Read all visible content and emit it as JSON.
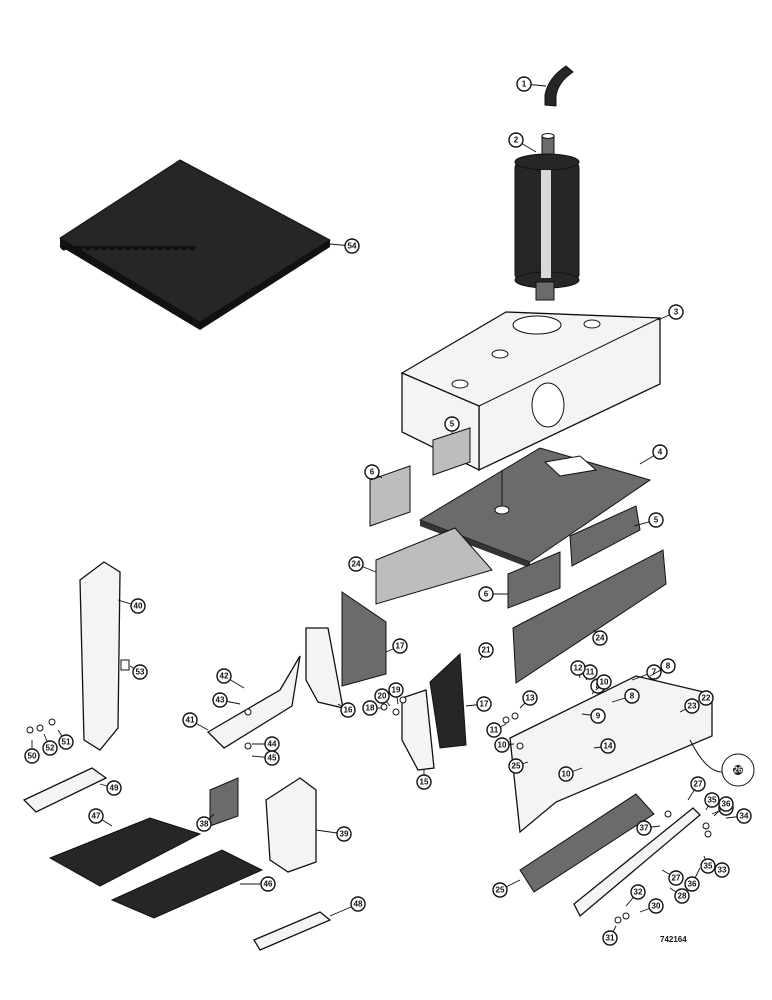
{
  "drawing_number": "742164",
  "callouts": [
    {
      "num": "1",
      "name": "callout-1"
    },
    {
      "num": "2",
      "name": "callout-2"
    },
    {
      "num": "3",
      "name": "callout-3"
    },
    {
      "num": "4",
      "name": "callout-4"
    },
    {
      "num": "5",
      "name": "callout-5-a"
    },
    {
      "num": "5",
      "name": "callout-5-b"
    },
    {
      "num": "6",
      "name": "callout-6-a"
    },
    {
      "num": "6",
      "name": "callout-6-b"
    },
    {
      "num": "7",
      "name": "callout-7"
    },
    {
      "num": "8",
      "name": "callout-8-a"
    },
    {
      "num": "8",
      "name": "callout-8-b"
    },
    {
      "num": "8",
      "name": "callout-8-c"
    },
    {
      "num": "9",
      "name": "callout-9"
    },
    {
      "num": "10",
      "name": "callout-10-a"
    },
    {
      "num": "10",
      "name": "callout-10-b"
    },
    {
      "num": "10",
      "name": "callout-10-c"
    },
    {
      "num": "11",
      "name": "callout-11-a"
    },
    {
      "num": "11",
      "name": "callout-11-b"
    },
    {
      "num": "12",
      "name": "callout-12"
    },
    {
      "num": "13",
      "name": "callout-13"
    },
    {
      "num": "14",
      "name": "callout-14"
    },
    {
      "num": "15",
      "name": "callout-15"
    },
    {
      "num": "16",
      "name": "callout-16"
    },
    {
      "num": "17",
      "name": "callout-17-a"
    },
    {
      "num": "17",
      "name": "callout-17-b"
    },
    {
      "num": "18",
      "name": "callout-18"
    },
    {
      "num": "19",
      "name": "callout-19"
    },
    {
      "num": "20",
      "name": "callout-20"
    },
    {
      "num": "21",
      "name": "callout-21"
    },
    {
      "num": "22",
      "name": "callout-22"
    },
    {
      "num": "23",
      "name": "callout-23"
    },
    {
      "num": "24",
      "name": "callout-24-a"
    },
    {
      "num": "24",
      "name": "callout-24-b"
    },
    {
      "num": "25",
      "name": "callout-25-a"
    },
    {
      "num": "25",
      "name": "callout-25-b"
    },
    {
      "num": "25",
      "name": "callout-25-c"
    },
    {
      "num": "26",
      "name": "callout-26"
    },
    {
      "num": "27",
      "name": "callout-27-a"
    },
    {
      "num": "27",
      "name": "callout-27-b"
    },
    {
      "num": "28",
      "name": "callout-28"
    },
    {
      "num": "30",
      "name": "callout-30"
    },
    {
      "num": "31",
      "name": "callout-31"
    },
    {
      "num": "32",
      "name": "callout-32"
    },
    {
      "num": "33",
      "name": "callout-33"
    },
    {
      "num": "34",
      "name": "callout-34"
    },
    {
      "num": "35",
      "name": "callout-35-a"
    },
    {
      "num": "35",
      "name": "callout-35-b"
    },
    {
      "num": "36",
      "name": "callout-36-a"
    },
    {
      "num": "36",
      "name": "callout-36-b"
    },
    {
      "num": "37",
      "name": "callout-37"
    },
    {
      "num": "38",
      "name": "callout-38"
    },
    {
      "num": "39",
      "name": "callout-39"
    },
    {
      "num": "40",
      "name": "callout-40"
    },
    {
      "num": "41",
      "name": "callout-41"
    },
    {
      "num": "42",
      "name": "callout-42"
    },
    {
      "num": "43",
      "name": "callout-43"
    },
    {
      "num": "44",
      "name": "callout-44"
    },
    {
      "num": "45",
      "name": "callout-45"
    },
    {
      "num": "46",
      "name": "callout-46"
    },
    {
      "num": "47",
      "name": "callout-47"
    },
    {
      "num": "48",
      "name": "callout-48"
    },
    {
      "num": "49",
      "name": "callout-49"
    },
    {
      "num": "50",
      "name": "callout-50"
    },
    {
      "num": "51",
      "name": "callout-51"
    },
    {
      "num": "52",
      "name": "callout-52"
    },
    {
      "num": "53",
      "name": "callout-53"
    },
    {
      "num": "54",
      "name": "callout-54"
    }
  ]
}
